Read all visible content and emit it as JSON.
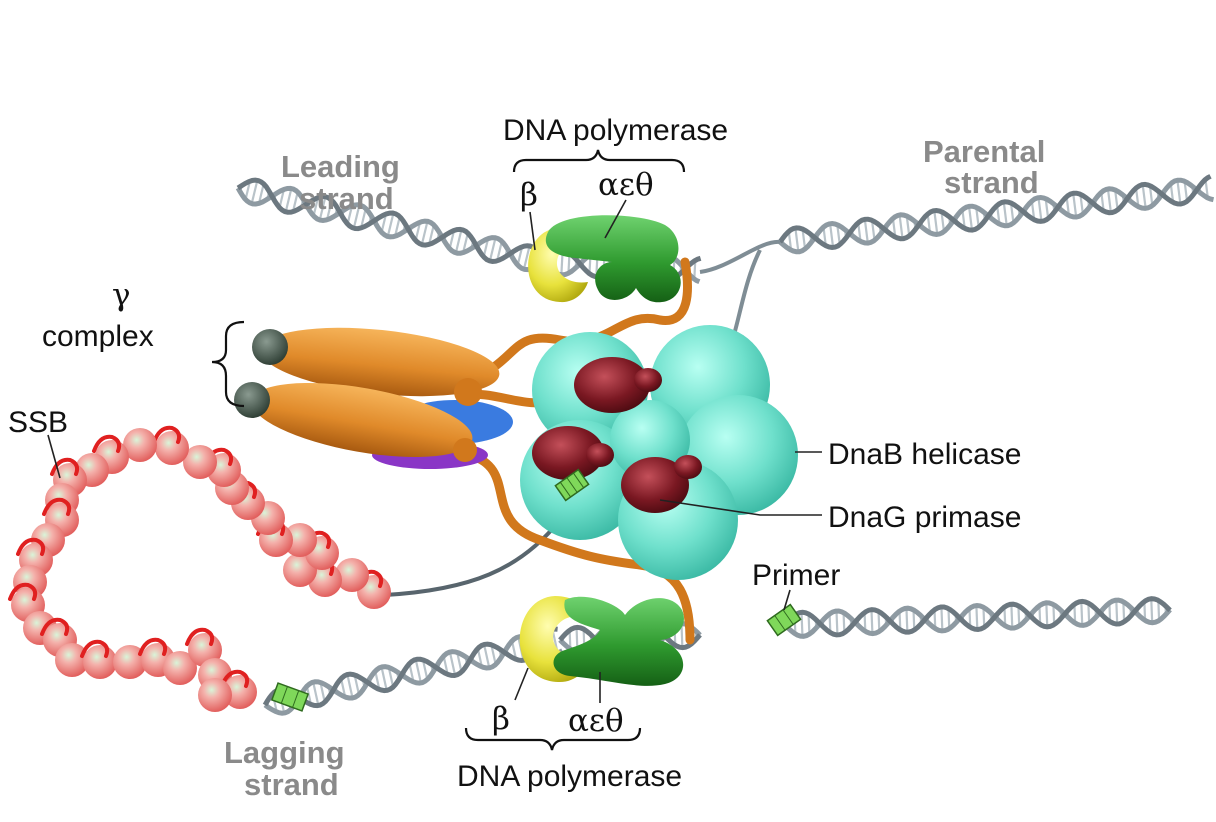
{
  "labels": {
    "dna_polymerase_top": "DNA polymerase",
    "beta_top": "β",
    "aet_top": "αεθ",
    "leading_strand_1": "Leading",
    "leading_strand_2": "strand",
    "parental_strand_1": "Parental",
    "parental_strand_2": "strand",
    "gamma": "γ",
    "complex": "complex",
    "ssb": "SSB",
    "dnab_helicase": "DnaB helicase",
    "dnag_primase": "DnaG primase",
    "primer": "Primer",
    "beta_bottom": "β",
    "aet_bottom": "αεθ",
    "dna_polymerase_bottom": "DNA polymerase",
    "lagging_strand_1": "Lagging",
    "lagging_strand_2": "strand"
  },
  "colors": {
    "dna_backbone": "#8e9aa2",
    "dna_rung": "#b9c3c9",
    "ssb_bead": "#f08f8f",
    "ssb_coil": "#e02020",
    "clamp_beta": "#e8e23c",
    "core_polymerase": "#2f9a2f",
    "gamma_complex": "#e08a2a",
    "helicase": "#6fe0cc",
    "primase": "#7a1822",
    "tether": "#d1781c",
    "primer": "#7fd85a",
    "blue_subunit": "#3a7be0",
    "purple_subunit": "#8a36c6"
  }
}
